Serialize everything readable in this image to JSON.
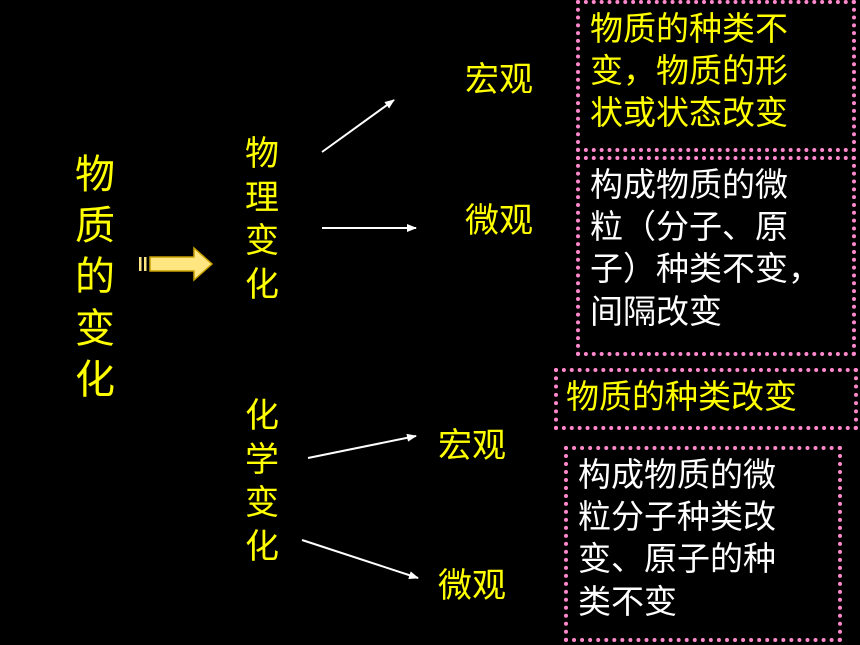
{
  "root": {
    "label": "物质的变化"
  },
  "physical": {
    "label": "物理变化",
    "macro": {
      "label": "宏观",
      "desc_lines": [
        "物质的种类不",
        "变，物质的形",
        "状或状态改变"
      ]
    },
    "micro": {
      "label": "微观",
      "desc_lines": [
        "构成物质的微",
        "粒（分子、原",
        "子）种类不变，",
        "间隔改变"
      ]
    }
  },
  "chemical": {
    "label": "化学变化",
    "macro": {
      "label": "宏观",
      "desc_lines": [
        "物质的种类改变"
      ]
    },
    "micro": {
      "label": "微观",
      "desc_lines": [
        "构成物质的微",
        "粒分子种类改",
        "变、原子的种",
        "类不变"
      ]
    }
  },
  "colors": {
    "background": "#000000",
    "label_text": "#ffff00",
    "desc_text": "#ffffff",
    "box_border": "#ff88cc",
    "arrow": "#ffffff",
    "big_arrow_fill": "#ffe680"
  }
}
